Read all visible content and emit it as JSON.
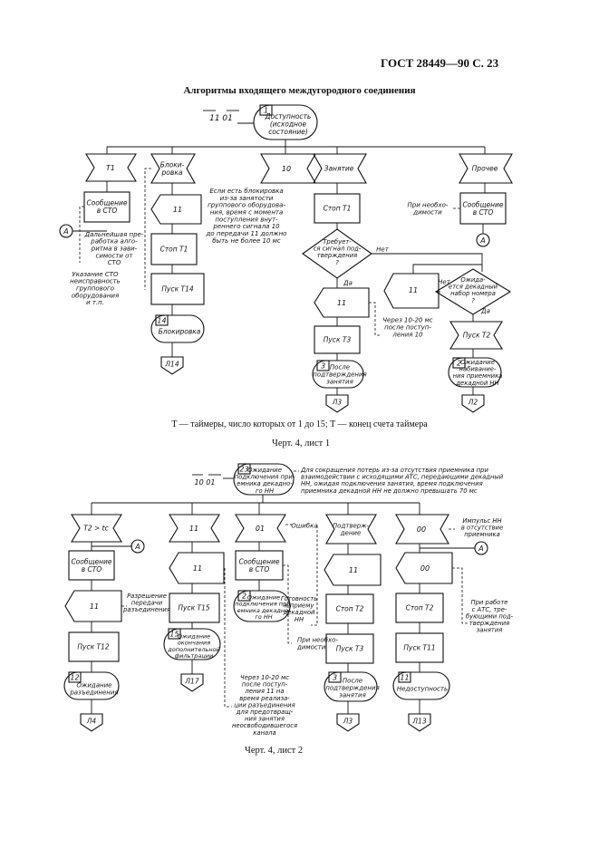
{
  "header": {
    "gost": "ГОСТ 28449—90 С. 23"
  },
  "sheet1": {
    "title": "Алгоритмы входящего междугородного соединения",
    "start": {
      "num": "1",
      "text": [
        "Доступность",
        "(исходное",
        "состояние)"
      ],
      "signals": "11 01"
    },
    "col_t1": {
      "recv": "T1",
      "msg": [
        "Сообщение",
        "в СТО"
      ],
      "note_a": [
        "Дальнейшая пре-",
        "работка алго-",
        "ритма в зави-",
        "симости от",
        "СТО"
      ],
      "note_b": [
        "Указание СТО",
        "неисправность",
        "группового",
        "оборудования",
        "и т.п."
      ],
      "connector": "A"
    },
    "col_block": {
      "recv": [
        "Блоки-",
        "ровка"
      ],
      "send": "11",
      "stop": "Стоп Т1",
      "start_timer": "Пуск Т14",
      "state_num": "14",
      "state": "Блокировка",
      "exit": "Л14",
      "note": [
        "Если есть блокировка",
        "из-за занятости",
        "группового оборудова-",
        "ния, время с момента",
        "поступления внут-",
        "реннего сигнала 10",
        "до передачи 11 должно",
        "быть не более 10 мс"
      ]
    },
    "col_10": {
      "recv": "10"
    },
    "col_busy": {
      "recv": "Занятие",
      "stop": "Стоп Т1",
      "decision": [
        "Требует-",
        "ся сигнал под-",
        "тверждения",
        "?"
      ],
      "yes": "Да",
      "no": "Нет",
      "send": "11",
      "start_timer": "Пуск Т3",
      "state_num": "3",
      "state": [
        "После",
        "подтверждения",
        "занятия"
      ],
      "exit": "Л3",
      "note": [
        "Через 10-20 мс",
        "после поступ-",
        "ления 10"
      ]
    },
    "col_wait": {
      "send": "11",
      "decision": [
        "Ожида-",
        "ется декадный",
        "набор номера",
        "?"
      ],
      "yes": "Да",
      "no": "Нет",
      "start_timer": "Пуск Т2",
      "state_num": "2",
      "state": [
        "Ожидание",
        "набивание-",
        "ния приемника",
        "декадной НН"
      ],
      "exit": "Л2"
    },
    "col_other": {
      "recv": "Прочее",
      "msg": [
        "Сообщение",
        "в СТО"
      ],
      "note": [
        "При необхо-",
        "димости"
      ],
      "connector": "A"
    },
    "legend": "T — таймеры, число которых от 1 до 15; T — конец счета таймера",
    "caption": "Черт. 4, лист 1"
  },
  "sheet2": {
    "start": {
      "num": "23",
      "text": [
        "Ожидание",
        "подключения при-",
        "емника декадно-",
        "го НН"
      ],
      "signals": "10 01"
    },
    "top_note": [
      "Для сокращения потерь из-за отсутствия приемника при",
      "взаимодействии с исходящими АТС, передающими декадный",
      "НН, ожидая подключения занятия, время подключения",
      "приемника декадной НН не должно превышать 70 мс"
    ],
    "col_a": {
      "recv": "T2 > tc",
      "msg": [
        "Сообщение",
        "в СТО"
      ],
      "connector": "A",
      "send": "11",
      "note_send": [
        "Разрешение",
        "передачи",
        "разъединения"
      ],
      "start_timer": "Пуск Т12",
      "state_num": "12",
      "state": [
        "Ожидание",
        "разъединения"
      ],
      "exit": "Л4"
    },
    "col_b": {
      "recv": "11",
      "send": "11",
      "start_timer": "Пуск Т15",
      "state_num": "15",
      "state": [
        "Ожидание",
        "окончания",
        "дополнительной",
        "фильтрации"
      ],
      "exit": "Л17",
      "note": [
        "Через 10-20 мс",
        "после поступ-",
        "ления 11 на",
        "время реализа-",
        "ции разъединения",
        "для предотвращ-",
        "ния занятия",
        "неосвободившегося",
        "канала"
      ]
    },
    "col_c": {
      "recv": "01",
      "recv_note": "Ошибка",
      "msg": [
        "Сообщение",
        "в СТО"
      ],
      "state_num": "2",
      "state": [
        "Ожидание",
        "подключения при-",
        "емника декадно-",
        "го НН"
      ],
      "note": [
        "При необхо-",
        "димости"
      ]
    },
    "col_d": {
      "recv": [
        "Подтверж-",
        "дение"
      ],
      "send": "11",
      "note_ready": [
        "Готовность",
        "к приему",
        "декадной",
        "НН"
      ],
      "stop": "Стоп Т2",
      "start_timer": "Пуск Т3",
      "state_num": "3",
      "state": [
        "После",
        "подтверждения",
        "занятия"
      ],
      "exit": "Л3"
    },
    "col_e": {
      "recv": "00",
      "recv_note": [
        "Импульс НН",
        "в отсутствие",
        "приемника"
      ],
      "connector": "A",
      "send": "00",
      "stop": "Стоп Т2",
      "start_timer": "Пуск Т11",
      "state_num": "11",
      "state": "Недоступность",
      "exit": "Л13",
      "note": [
        "При работе",
        "с АТС, тре-",
        "бующими под-",
        "тверждения",
        "занятия"
      ]
    },
    "caption": "Черт. 4, лист 2"
  }
}
